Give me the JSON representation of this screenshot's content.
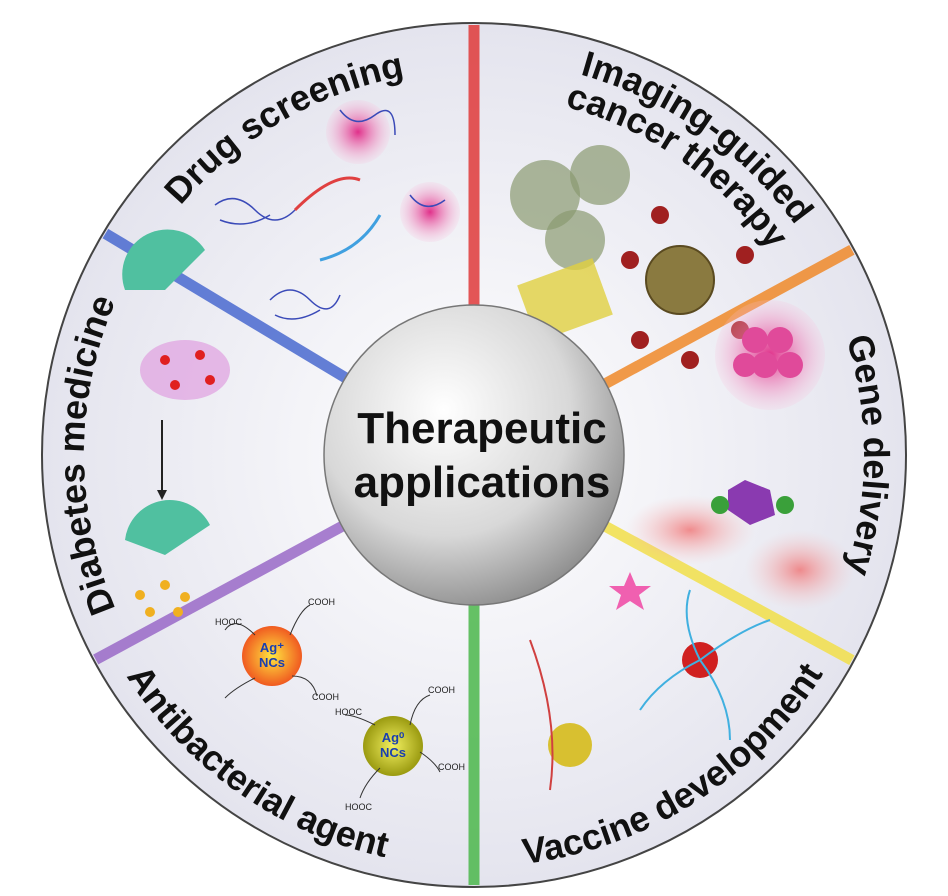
{
  "center": {
    "line1": "Therapeutic",
    "line2": "applications"
  },
  "segments": [
    {
      "id": "drug-screening",
      "lines": [
        "Drug screening"
      ],
      "color": "#c8c8e6"
    },
    {
      "id": "imaging",
      "lines": [
        "Imaging-guided",
        "cancer therapy"
      ],
      "color": "#e6c8c8"
    },
    {
      "id": "gene-delivery",
      "lines": [
        "Gene delivery"
      ],
      "color": "#e6d8c8"
    },
    {
      "id": "vaccine",
      "lines": [
        "Vaccine development"
      ],
      "color": "#e6e6c8"
    },
    {
      "id": "antibacterial",
      "lines": [
        "Antibacterial agent"
      ],
      "color": "#d8c8e6"
    },
    {
      "id": "diabetes",
      "lines": [
        "Diabetes medicine"
      ],
      "color": "#c8d8e6"
    }
  ],
  "dividers": {
    "red": "#e03a3a",
    "orange": "#f08a2a",
    "yellow": "#f2e04a",
    "green": "#4cb84c",
    "purple": "#9a6ac8",
    "blue": "#4a6ad0"
  },
  "antibacterial": {
    "ag_plus": "Ag⁺",
    "ag_zero": "Ag⁰",
    "ncs": "NCs",
    "cooh": "COOH",
    "hooc": "HOOC"
  }
}
